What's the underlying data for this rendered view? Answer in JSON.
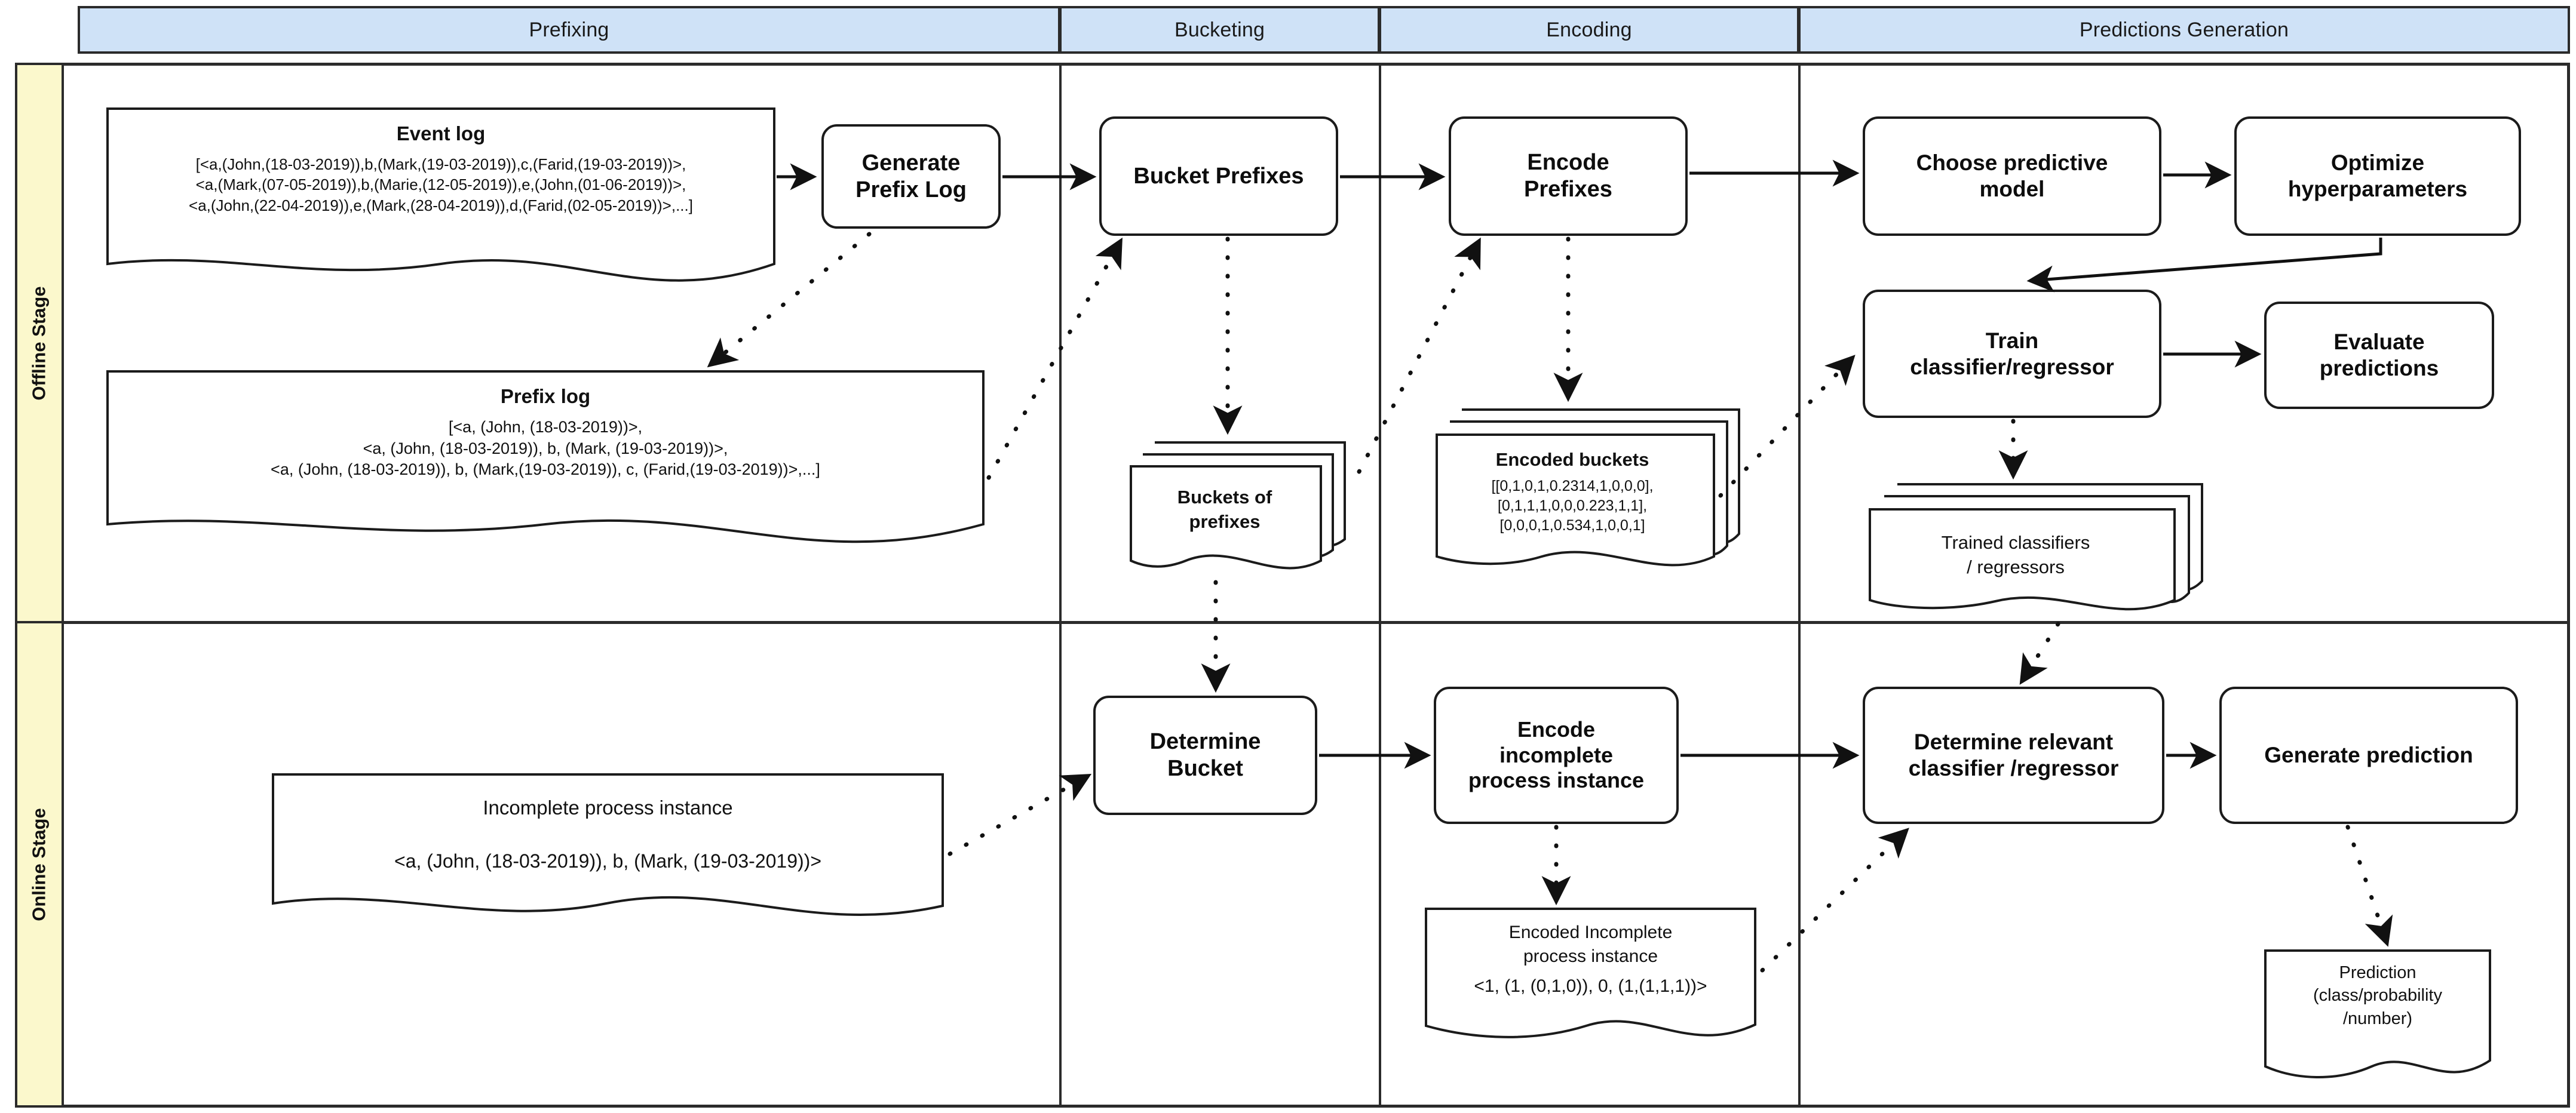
{
  "diagram": {
    "columns": [
      {
        "id": "prefixing",
        "label": "Prefixing"
      },
      {
        "id": "bucketing",
        "label": "Bucketing"
      },
      {
        "id": "encoding",
        "label": "Encoding"
      },
      {
        "id": "predictions",
        "label": "Predictions Generation"
      }
    ],
    "stages": [
      {
        "id": "offline",
        "label": "Offline Stage"
      },
      {
        "id": "online",
        "label": "Online Stage"
      }
    ],
    "offline": {
      "event_log": {
        "title": "Event log",
        "lines": [
          "[<a,(John,(18-03-2019)),b,(Mark,(19-03-2019)),c,(Farid,(19-03-2019))>,",
          "<a,(Mark,(07-05-2019)),b,(Marie,(12-05-2019)),e,(John,(01-06-2019))>,",
          "<a,(John,(22-04-2019)),e,(Mark,(28-04-2019)),d,(Farid,(02-05-2019))>,...]"
        ]
      },
      "prefix_log": {
        "title": "Prefix log",
        "lines": [
          "[<a, (John, (18-03-2019))>,",
          "<a, (John, (18-03-2019)), b, (Mark, (19-03-2019))>,",
          "<a, (John, (18-03-2019)), b, (Mark,(19-03-2019)), c, (Farid,(19-03-2019))>,...]"
        ]
      },
      "generate_prefix_log": "Generate\nPrefix Log",
      "bucket_prefixes": "Bucket Prefixes",
      "buckets_of_prefixes": {
        "title": "Buckets of\nprefixes",
        "lines": []
      },
      "encode_prefixes": "Encode\nPrefixes",
      "encoded_buckets": {
        "title": "Encoded buckets",
        "lines": [
          "[[0,1,0,1,0.2314,1,0,0,0],",
          "[0,1,1,1,0,0,0.223,1,1],",
          "[0,0,0,1,0.534,1,0,0,1]"
        ]
      },
      "choose_predictive_model": "Choose predictive\nmodel",
      "optimize_hyperparameters": "Optimize\nhyperparameters",
      "train_classifier": "Train\nclassifier/regressor",
      "evaluate_predictions": "Evaluate\npredictions",
      "trained_classifiers": {
        "title": "Trained classifiers\n/ regressors",
        "lines": []
      }
    },
    "online": {
      "incomplete_instance": {
        "title": "Incomplete process instance",
        "lines": [
          "<a, (John, (18-03-2019)), b, (Mark, (19-03-2019))>"
        ]
      },
      "determine_bucket": "Determine\nBucket",
      "encode_incomplete": "Encode\nincomplete\nprocess instance",
      "encoded_incomplete": {
        "title": "Encoded Incomplete\nprocess instance",
        "lines": [
          "<1, (1, (0,1,0)), 0, (1,(1,1,1))>"
        ]
      },
      "determine_relevant": "Determine relevant\nclassifier /regressor",
      "generate_prediction": "Generate prediction",
      "prediction": {
        "title": "Prediction",
        "lines": [
          "(class/probability",
          "/number)"
        ]
      }
    },
    "colors": {
      "header_band": "#cfe2f7",
      "stage_band": "#fbf8cc",
      "stroke": "#1b1b1b",
      "frame": "#2b2b2b",
      "background": "#ffffff"
    }
  }
}
